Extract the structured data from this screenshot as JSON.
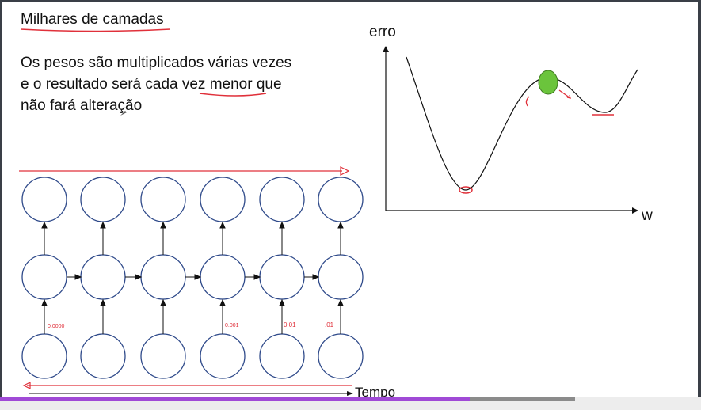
{
  "slide": {
    "title": "Milhares de camadas",
    "paragraph": [
      "Os pesos são multiplicados várias vezes",
      "e o resultado será cada vez menor que",
      "não fará alteração"
    ]
  },
  "graph": {
    "y_label": "erro",
    "x_label": "w"
  },
  "rnn": {
    "time_label": "Tempo",
    "annotations": [
      "0.0000",
      "0.001",
      "0.01",
      ".01"
    ]
  },
  "player": {
    "progress": 0.67,
    "buffered": 0.82,
    "accent_color": "#a04ad6"
  },
  "colors": {
    "node_stroke": "#2f4a8a",
    "annotation": "#e0303a",
    "ball": "#6bc43c"
  }
}
